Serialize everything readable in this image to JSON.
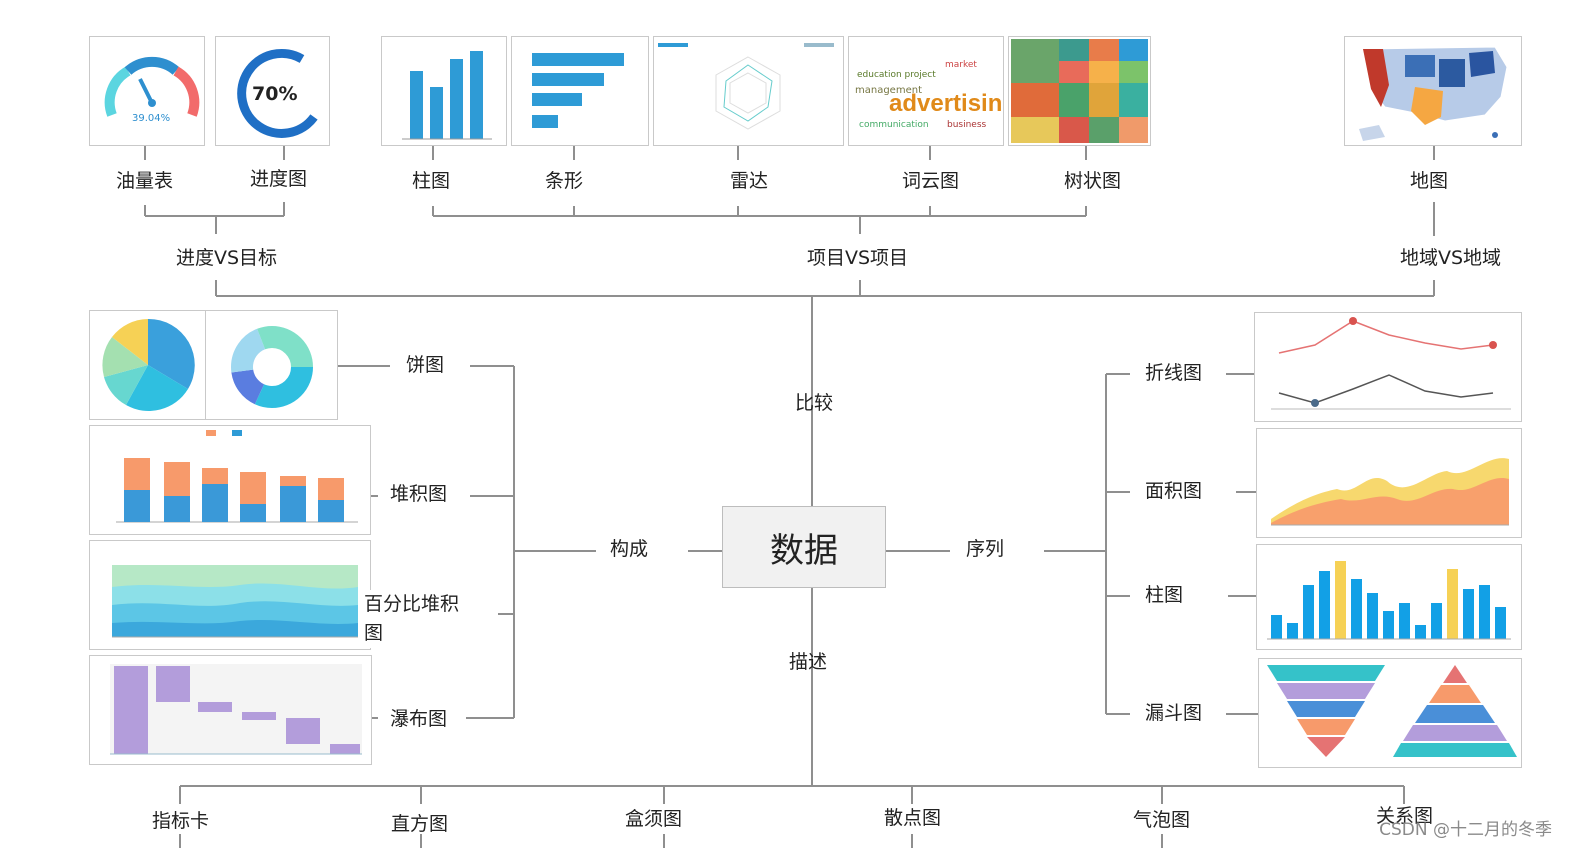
{
  "center_label": "数据",
  "branches": {
    "compare": "比较",
    "compose": "构成",
    "sequence": "序列",
    "describe": "描述"
  },
  "groups": {
    "progress_vs_target": "进度VS目标",
    "item_vs_item": "项目VS项目",
    "region_vs_region": "地域VS地域"
  },
  "compare_charts": {
    "gauge": "油量表",
    "progress": "进度图",
    "column": "柱图",
    "bar": "条形",
    "radar": "雷达",
    "wordcloud": "词云图",
    "treemap": "树状图",
    "map": "地图"
  },
  "compose_charts": {
    "pie": "饼图",
    "stacked": "堆积图",
    "percent_stacked": "百分比堆积图",
    "waterfall": "瀑布图"
  },
  "sequence_charts": {
    "line": "折线图",
    "area": "面积图",
    "column": "柱图",
    "funnel": "漏斗图"
  },
  "describe_charts": {
    "kpi": "指标卡",
    "histogram": "直方图",
    "boxplot": "盒须图",
    "scatter": "散点图",
    "bubble": "气泡图",
    "relation": "关系图"
  },
  "thumb_text": {
    "gauge_value": "39.04%",
    "progress_value": "70%",
    "wordcloud_word": "advertising"
  },
  "watermark": "CSDN @十二月的冬季",
  "colors": {
    "line": "#8f8f8f",
    "blue": "#2e9bd6",
    "teal": "#35c2c9",
    "orange": "#f79a6b",
    "purple": "#b39ddb",
    "yellow": "#f6d155"
  }
}
